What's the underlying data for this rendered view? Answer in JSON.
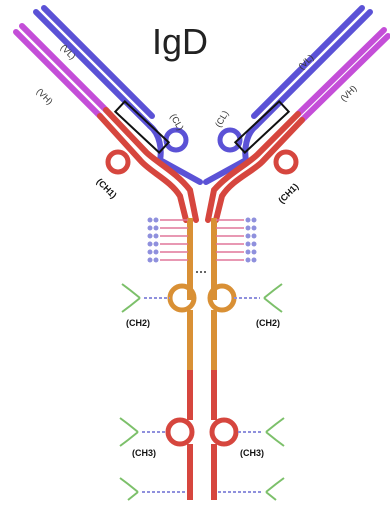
{
  "title": "IgD",
  "labels": {
    "vh_left": "(VH)",
    "vl_left": "(VL)",
    "cl_left": "(CL)",
    "ch1_left": "(CH1)",
    "vh_right": "(VH)",
    "vl_right": "(VL)",
    "cl_right": "(CL)",
    "ch1_right": "(CH1)",
    "ch2_left": "(CH2)",
    "ch2_right": "(CH2)",
    "ch3_left": "(CH3)",
    "ch3_right": "(CH3)"
  },
  "colors": {
    "light_chain": "#5b52d6",
    "heavy_variable": "#c44ed8",
    "heavy_constant": "#d6463e",
    "hinge": "#d99035",
    "glycan_green": "#7cc06a",
    "glycan_blue": "#8f90dd",
    "oligo_pink": "#e0779a"
  }
}
